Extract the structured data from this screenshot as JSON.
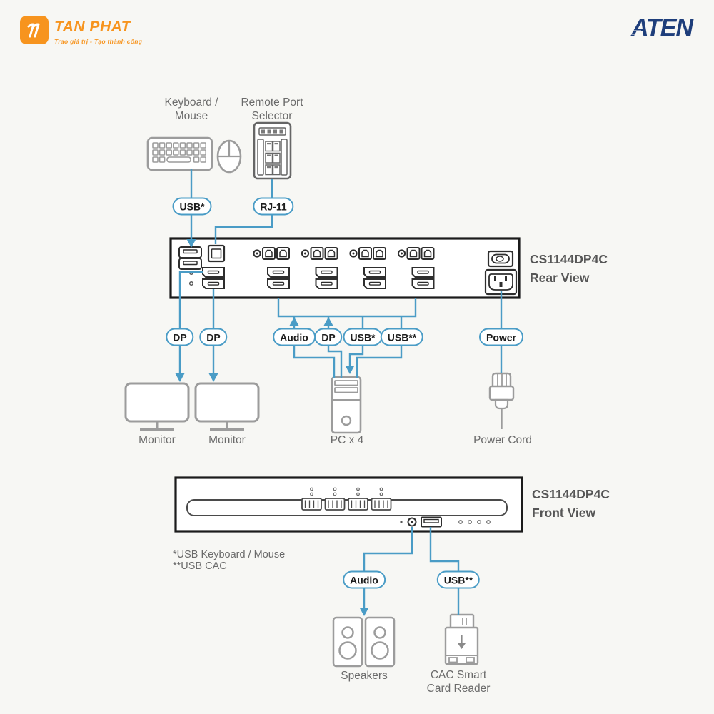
{
  "header": {
    "tanphat": {
      "name": "TAN PHAT",
      "tagline": "Trao giá trị - Tạo thành công"
    },
    "aten": {
      "name": "ATEN"
    }
  },
  "rear": {
    "keyboard_label_line1": "Keyboard /",
    "keyboard_label_line2": "Mouse",
    "remote_label_line1": "Remote Port",
    "remote_label_line2": "Selector",
    "pill_usb_keyboard": "USB*",
    "pill_rj11": "RJ-11",
    "title_line1": "CS1144DP4C",
    "title_line2": "Rear View",
    "pill_dp_left": "DP",
    "pill_dp_right": "DP",
    "pill_audio": "Audio",
    "pill_dp_pc": "DP",
    "pill_usb_star": "USB*",
    "pill_usb_double_star": "USB**",
    "pill_power": "Power",
    "monitor_left_label": "Monitor",
    "monitor_right_label": "Monitor",
    "pc_label": "PC x 4",
    "power_cord_label": "Power Cord"
  },
  "front": {
    "title_line1": "CS1144DP4C",
    "title_line2": "Front View",
    "footnote_line1": "*USB Keyboard / Mouse",
    "footnote_line2": "**USB CAC",
    "pill_audio": "Audio",
    "pill_usb_cac": "USB**",
    "speakers_label": "Speakers",
    "cac_label_line1": "CAC Smart",
    "cac_label_line2": "Card Reader"
  },
  "colors": {
    "brand_orange": "#F7941E",
    "brand_navy": "#1E3E7B",
    "line_blue": "#4A9CC6"
  }
}
